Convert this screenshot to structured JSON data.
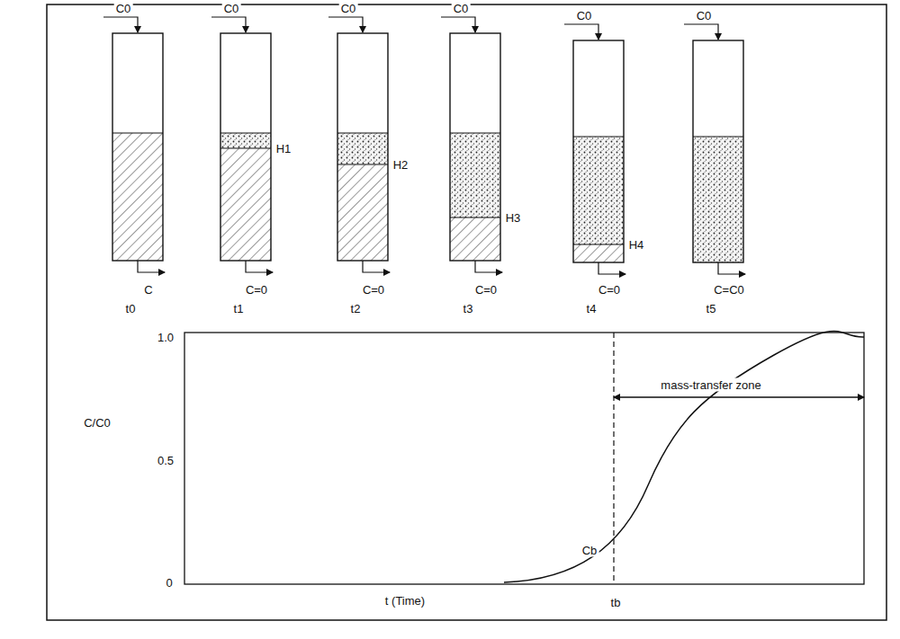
{
  "diagram": {
    "labels": [
      "C0",
      "C0",
      "C0",
      "C0",
      "C0",
      "C0",
      "H1",
      "H2",
      "H3",
      "H4",
      "C",
      "C=0",
      "C=0",
      "C=0",
      "C=0",
      "C=C0",
      "t0",
      "t1",
      "t2",
      "t3",
      "t4",
      "t5",
      "1.0",
      "0.5",
      "0",
      "C/C0",
      "t (Time)",
      "Cb",
      "tb",
      "mass-transfer zone"
    ]
  }
}
